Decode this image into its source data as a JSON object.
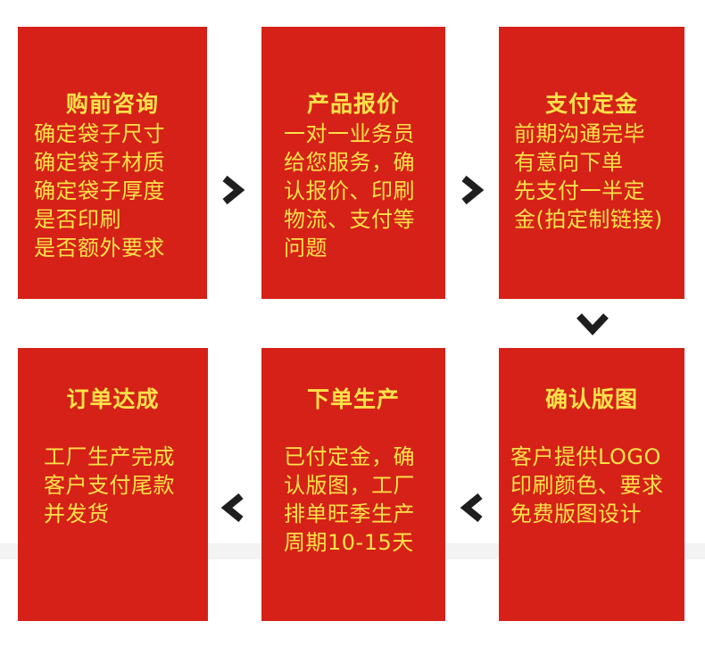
{
  "colors": {
    "card_bg": "#d52117",
    "card_text": "#ffe24a",
    "arrow": "#1e1e1e"
  },
  "steps": [
    {
      "title": "购前咨询",
      "body": "确定袋子尺寸\n确定袋子材质\n确定袋子厚度\n是否印刷\n是否额外要求"
    },
    {
      "title": "产品报价",
      "body": "一对一业务员\n给您服务，确\n认报价、印刷\n物流、支付等\n问题"
    },
    {
      "title": "支付定金",
      "body": "前期沟通完毕\n有意向下单\n先支付一半定\n金(拍定制链接)"
    },
    {
      "title": "确认版图",
      "body": "客户提供LOGO\n印刷颜色、要求\n免费版图设计"
    },
    {
      "title": "下单生产",
      "body": "已付定金，确\n认版图，工厂\n排单旺季生产\n周期10-15天"
    },
    {
      "title": "订单达成",
      "body": "工厂生产完成\n客户支付尾款\n并发货"
    }
  ],
  "arrows": [
    {
      "icon": "chevron-right-icon"
    },
    {
      "icon": "chevron-right-icon"
    },
    {
      "icon": "chevron-down-icon"
    },
    {
      "icon": "chevron-left-icon"
    },
    {
      "icon": "chevron-left-icon"
    }
  ]
}
